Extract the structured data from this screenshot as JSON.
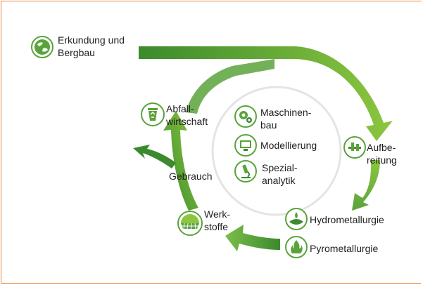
{
  "colors": {
    "arrow_dark": "#3b8a2e",
    "arrow_light": "#8cc63f",
    "icon_green": "#5aa33c",
    "inner_circle": "#e4e4e4",
    "frame": "#e8853a"
  },
  "labels": {
    "exploration_line1": "Erkundung und",
    "exploration_line2": "Bergbau",
    "processing_line1": "Aufbe-",
    "processing_line2": "reitung",
    "hydrometallurgy": "Hydrometallurgie",
    "pyrometallurgy": "Pyrometallurgie",
    "materials_line1": "Werk-",
    "materials_line2": "stoffe",
    "usage": "Gebrauch",
    "waste_line1": "Abfall-",
    "waste_line2": "wirtschaft",
    "machinery_line1": "Maschinen-",
    "machinery_line2": "bau",
    "modelling": "Modellierung",
    "analytics_line1": "Spezial-",
    "analytics_line2": "analytik"
  },
  "icons": {
    "exploration": "globe-icon",
    "processing": "processing-plant-icon",
    "hydrometallurgy": "liquid-drop-icon",
    "pyrometallurgy": "flame-icon",
    "materials": "material-grid-icon",
    "waste": "recycle-bin-icon",
    "machinery": "gears-icon",
    "modelling": "computer-icon",
    "analytics": "microscope-icon"
  }
}
